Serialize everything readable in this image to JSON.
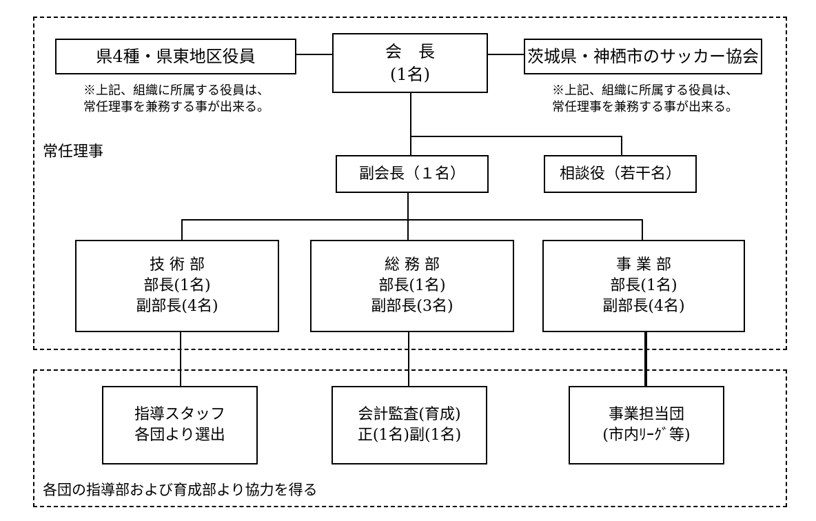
{
  "top_section": {
    "label": "常任理事",
    "left_box": {
      "label": "県4種・県東地区役員"
    },
    "left_note": {
      "line1": "※上記、組織に所属する役員は、",
      "line2": "常任理事を兼務する事が出来る。"
    },
    "president": {
      "title": "会　長",
      "count": "(1名)"
    },
    "right_box": {
      "label": "茨城県・神栖市のサッカー協会"
    },
    "right_note": {
      "line1": "※上記、組織に所属する役員は、",
      "line2": "常任理事を兼務する事が出来る。"
    },
    "vice_president": {
      "label": "副会長（１名）"
    },
    "advisor": {
      "label": "相談役（若干名）"
    },
    "departments": [
      {
        "name": "技 術 部",
        "head": "部長(1名)",
        "deputy": "副部長(4名)"
      },
      {
        "name": "総 務 部",
        "head": "部長(1名)",
        "deputy": "副部長(3名)"
      },
      {
        "name": "事 業 部",
        "head": "部長(1名)",
        "deputy": "副部長(4名)"
      }
    ]
  },
  "bottom_section": {
    "label": "各団の指導部および育成部より協力を得る",
    "units": [
      {
        "line1": "指導スタッフ",
        "line2": "各団より選出"
      },
      {
        "line1": "会計監査(育成)",
        "line2": "正(1名)副(1名)"
      },
      {
        "line1": "事業担当団",
        "line2": "(市内ﾘｰｸﾞ等)"
      }
    ]
  }
}
